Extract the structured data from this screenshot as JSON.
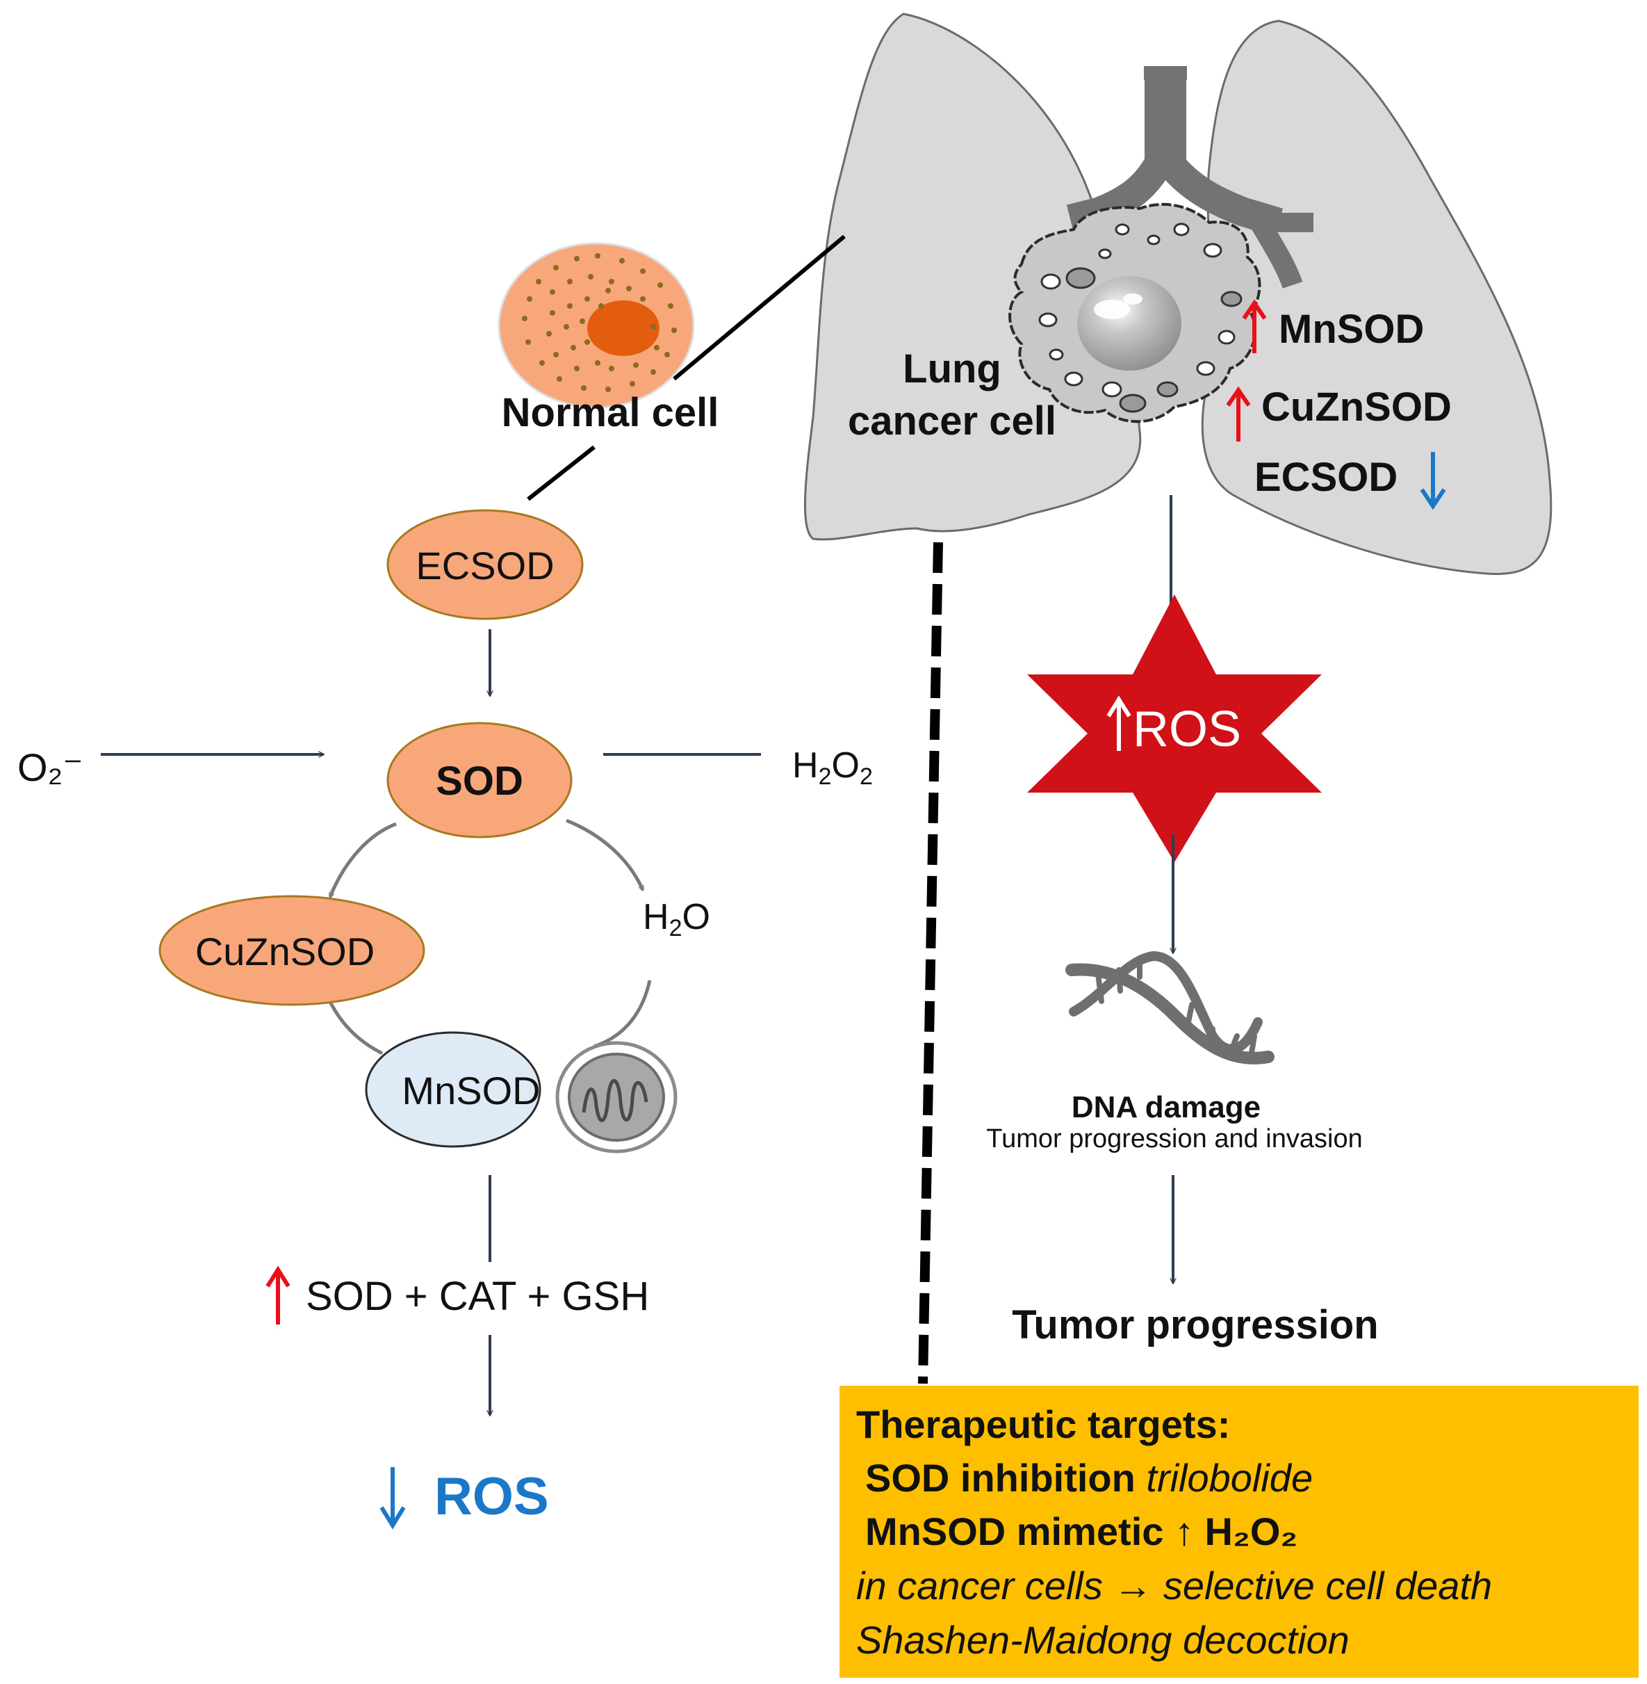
{
  "colors": {
    "arrow": "#2e3d52",
    "up": "#e8111b",
    "down": "#1b78c8",
    "enzyme_fill": "#f7a77a",
    "enzyme_stroke": "#a9791f",
    "mnsod_fill": "#deeaf6",
    "lung": "#d9d9d9",
    "airway": "#747272",
    "ros_star": "#d11118",
    "target_box": "#fdbf00"
  },
  "icons": {
    "normal_cell": "cell-icon",
    "lung": "lung-icon",
    "tumor": "tumor-icon",
    "mitochondrion": "mitochondrion-icon",
    "dna": "dna-helix-icon",
    "ros_star": "star-burst-icon"
  },
  "left": {
    "normal_cell": "Normal cell",
    "ecsod": "ECSOD",
    "o2": "O₂⁻",
    "sod": "SOD",
    "h2o2": {
      "a": "H",
      "b": "2",
      "c": "O",
      "d": "2"
    },
    "h2o": {
      "a": "H",
      "b": "2",
      "c": "O"
    },
    "cuznsod": "CuZnSOD",
    "mnsod": "MnSOD",
    "antioxidants": "SOD + CAT + GSH",
    "ros_down": "ROS"
  },
  "right": {
    "lung_cancer_line1": "Lung",
    "lung_cancer_line2": "cancer cell",
    "mnsod_up": "MnSOD",
    "cuznsod_up": "CuZnSOD",
    "ecsod_down": "ECSOD",
    "ros_up": "ROS",
    "dna_damage": "DNA damage",
    "dna_sub": "Tumor progression and invasion",
    "tumor_progression": "Tumor progression"
  },
  "targets": {
    "title": "Therapeutic targets:",
    "line1_bold": "SOD inhibition",
    "line1_italic": "trilobolide",
    "line2_bold": "MnSOD mimetic ↑ H₂O₂",
    "line3": "in cancer cells → selective cell death",
    "line4": "Shashen-Maidong decoction"
  }
}
